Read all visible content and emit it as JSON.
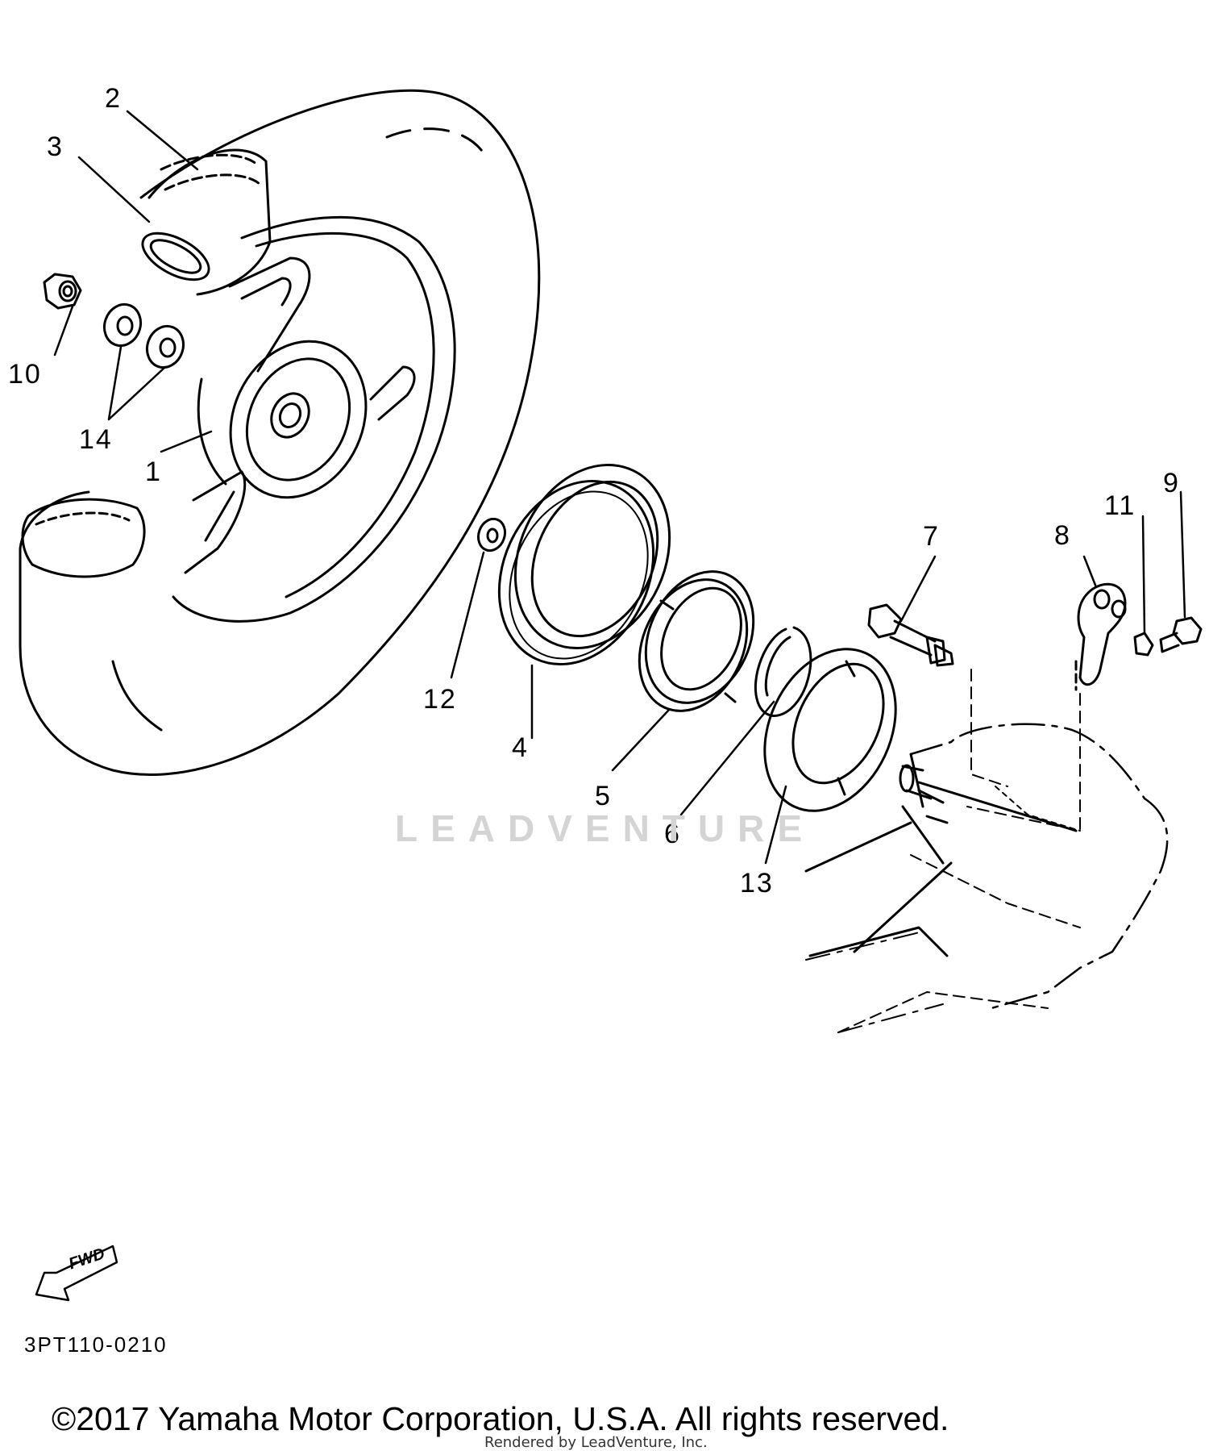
{
  "diagram": {
    "callouts": [
      "1",
      "2",
      "3",
      "4",
      "5",
      "6",
      "7",
      "8",
      "9",
      "10",
      "11",
      "12",
      "13",
      "14"
    ],
    "watermark": "LEADVENTURE",
    "fwd_label": "FWD",
    "part_code": "3PT110-0210",
    "copyright": "©2017 Yamaha Motor Corporation, U.S.A. All rights reserved.",
    "rendered_by": "Rendered by LeadVenture, Inc."
  }
}
